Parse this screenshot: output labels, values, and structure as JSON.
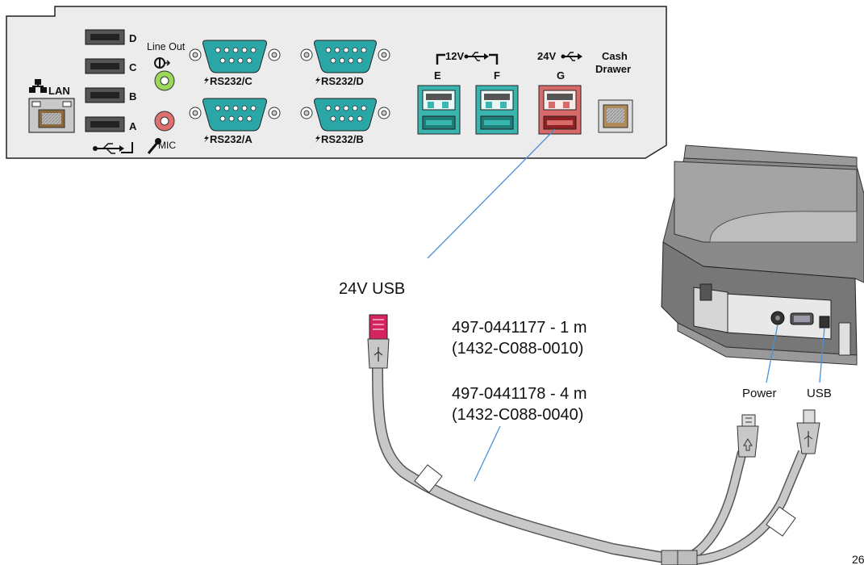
{
  "panel": {
    "usb_ports": [
      "D",
      "C",
      "B",
      "A"
    ],
    "lan_label": "LAN",
    "line_out_label": "Line Out",
    "mic_label": "MIC",
    "serial_ports": [
      "RS232/C",
      "RS232/D",
      "RS232/A",
      "RS232/B"
    ],
    "powered_usb_12v_label": "12V",
    "powered_usb_24v_label": "24V",
    "powered_ports": [
      "E",
      "F",
      "G"
    ],
    "cash_drawer_label_1": "Cash",
    "cash_drawer_label_2": "Drawer"
  },
  "cable": {
    "connector_label": "24V USB",
    "part1_line1": "497-0441177 - 1 m",
    "part1_line2": "(1432-C088-0010)",
    "part2_line1": "497-0441178 - 4 m",
    "part2_line2": "(1432-C088-0040)"
  },
  "printer": {
    "power_label": "Power",
    "usb_label": "USB"
  },
  "figure_number": "26",
  "colors": {
    "panel_bg": "#ececec",
    "serial_teal": "#2aa6a6",
    "line_out_green": "#9bd85a",
    "mic_red": "#e07070",
    "port_12v_teal": "#3ab5b0",
    "port_24v_red": "#d96a6a",
    "connector_magenta": "#d4245f",
    "cable_grey": "#c8c8c8",
    "printer_grey": "#8a8a8a",
    "leader_blue": "#4a90d9"
  }
}
